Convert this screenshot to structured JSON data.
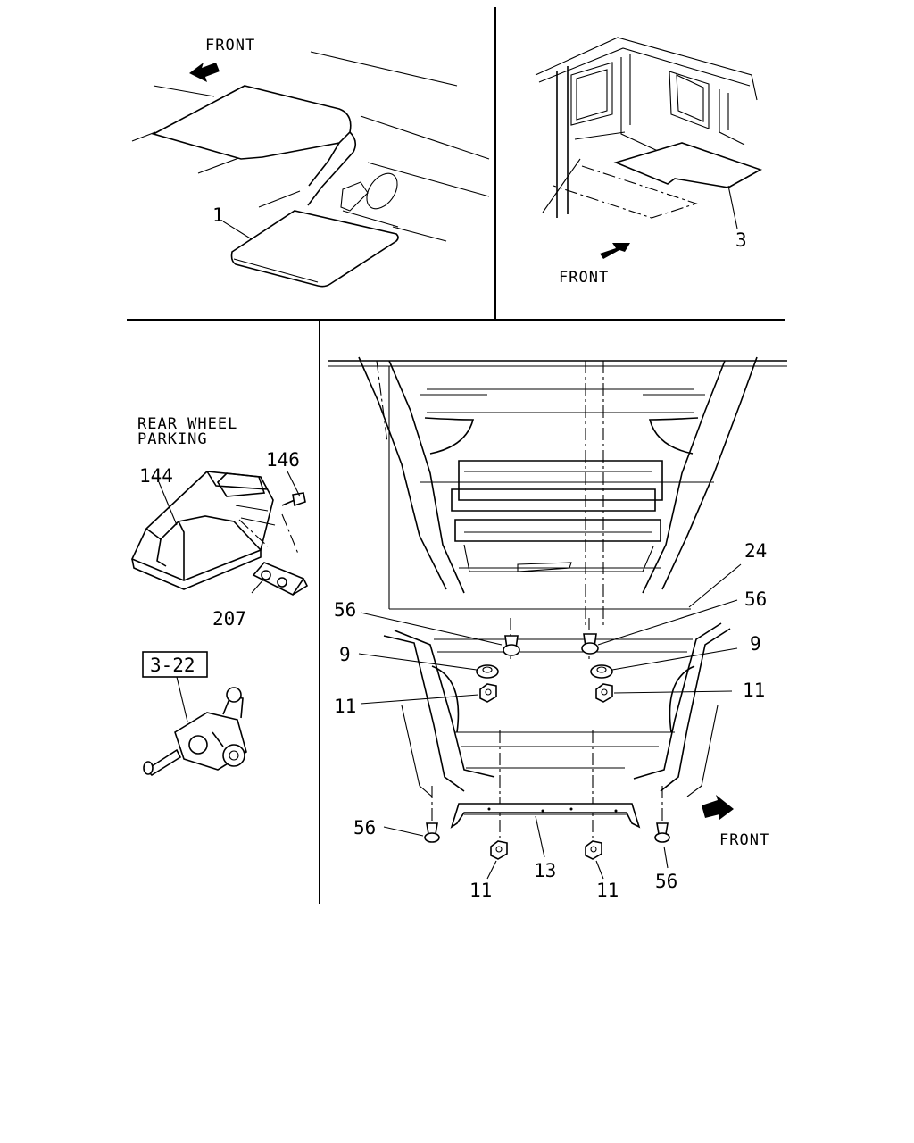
{
  "panels": {
    "top_left": {
      "direction_label": "FRONT",
      "callouts": [
        "1"
      ]
    },
    "top_right": {
      "direction_label": "FRONT",
      "callouts": [
        "3"
      ]
    },
    "mid_left": {
      "title_line1": "REAR WHEEL",
      "title_line2": "PARKING",
      "callouts": [
        "144",
        "146",
        "207"
      ],
      "reference_box": "3-22"
    },
    "main": {
      "direction_label": "FRONT",
      "callouts": {
        "c24": "24",
        "c56_upper_left": "56",
        "c56_upper_right": "56",
        "c9_left": "9",
        "c9_right": "9",
        "c11_left": "11",
        "c11_right": "11",
        "c56_lower_left": "56",
        "c56_lower_right": "56",
        "c13": "13",
        "c11_bottom_left": "11",
        "c11_bottom_right": "11"
      }
    }
  }
}
